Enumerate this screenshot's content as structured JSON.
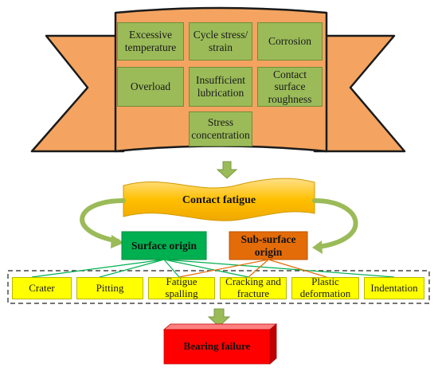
{
  "causes": [
    "Excessive temperature",
    "Cycle stress/ strain",
    "Corrosion",
    "Overload",
    "Insufficient lubrication",
    "Contact surface roughness",
    "Stress concentration"
  ],
  "contact_fatigue": "Contact fatigue",
  "surface_origin": "Surface origin",
  "subsurface_origin": "Sub-surface origin",
  "failure_modes": [
    "Crater",
    "Pitting",
    "Fatigue spalling",
    "Cracking and fracture",
    "Plastic deformation",
    "Indentation"
  ],
  "bearing_failure": "Bearing failure",
  "colors": {
    "banner": "#f4a460",
    "cause_box": "#9bbb59",
    "contact_fatigue": "#ffc000",
    "surface_origin": "#00b050",
    "subsurface_origin": "#e36c09",
    "failure_mode_box": "#ffff00",
    "bearing_failure": "#ff0000",
    "arrow": "#9bbb59"
  }
}
